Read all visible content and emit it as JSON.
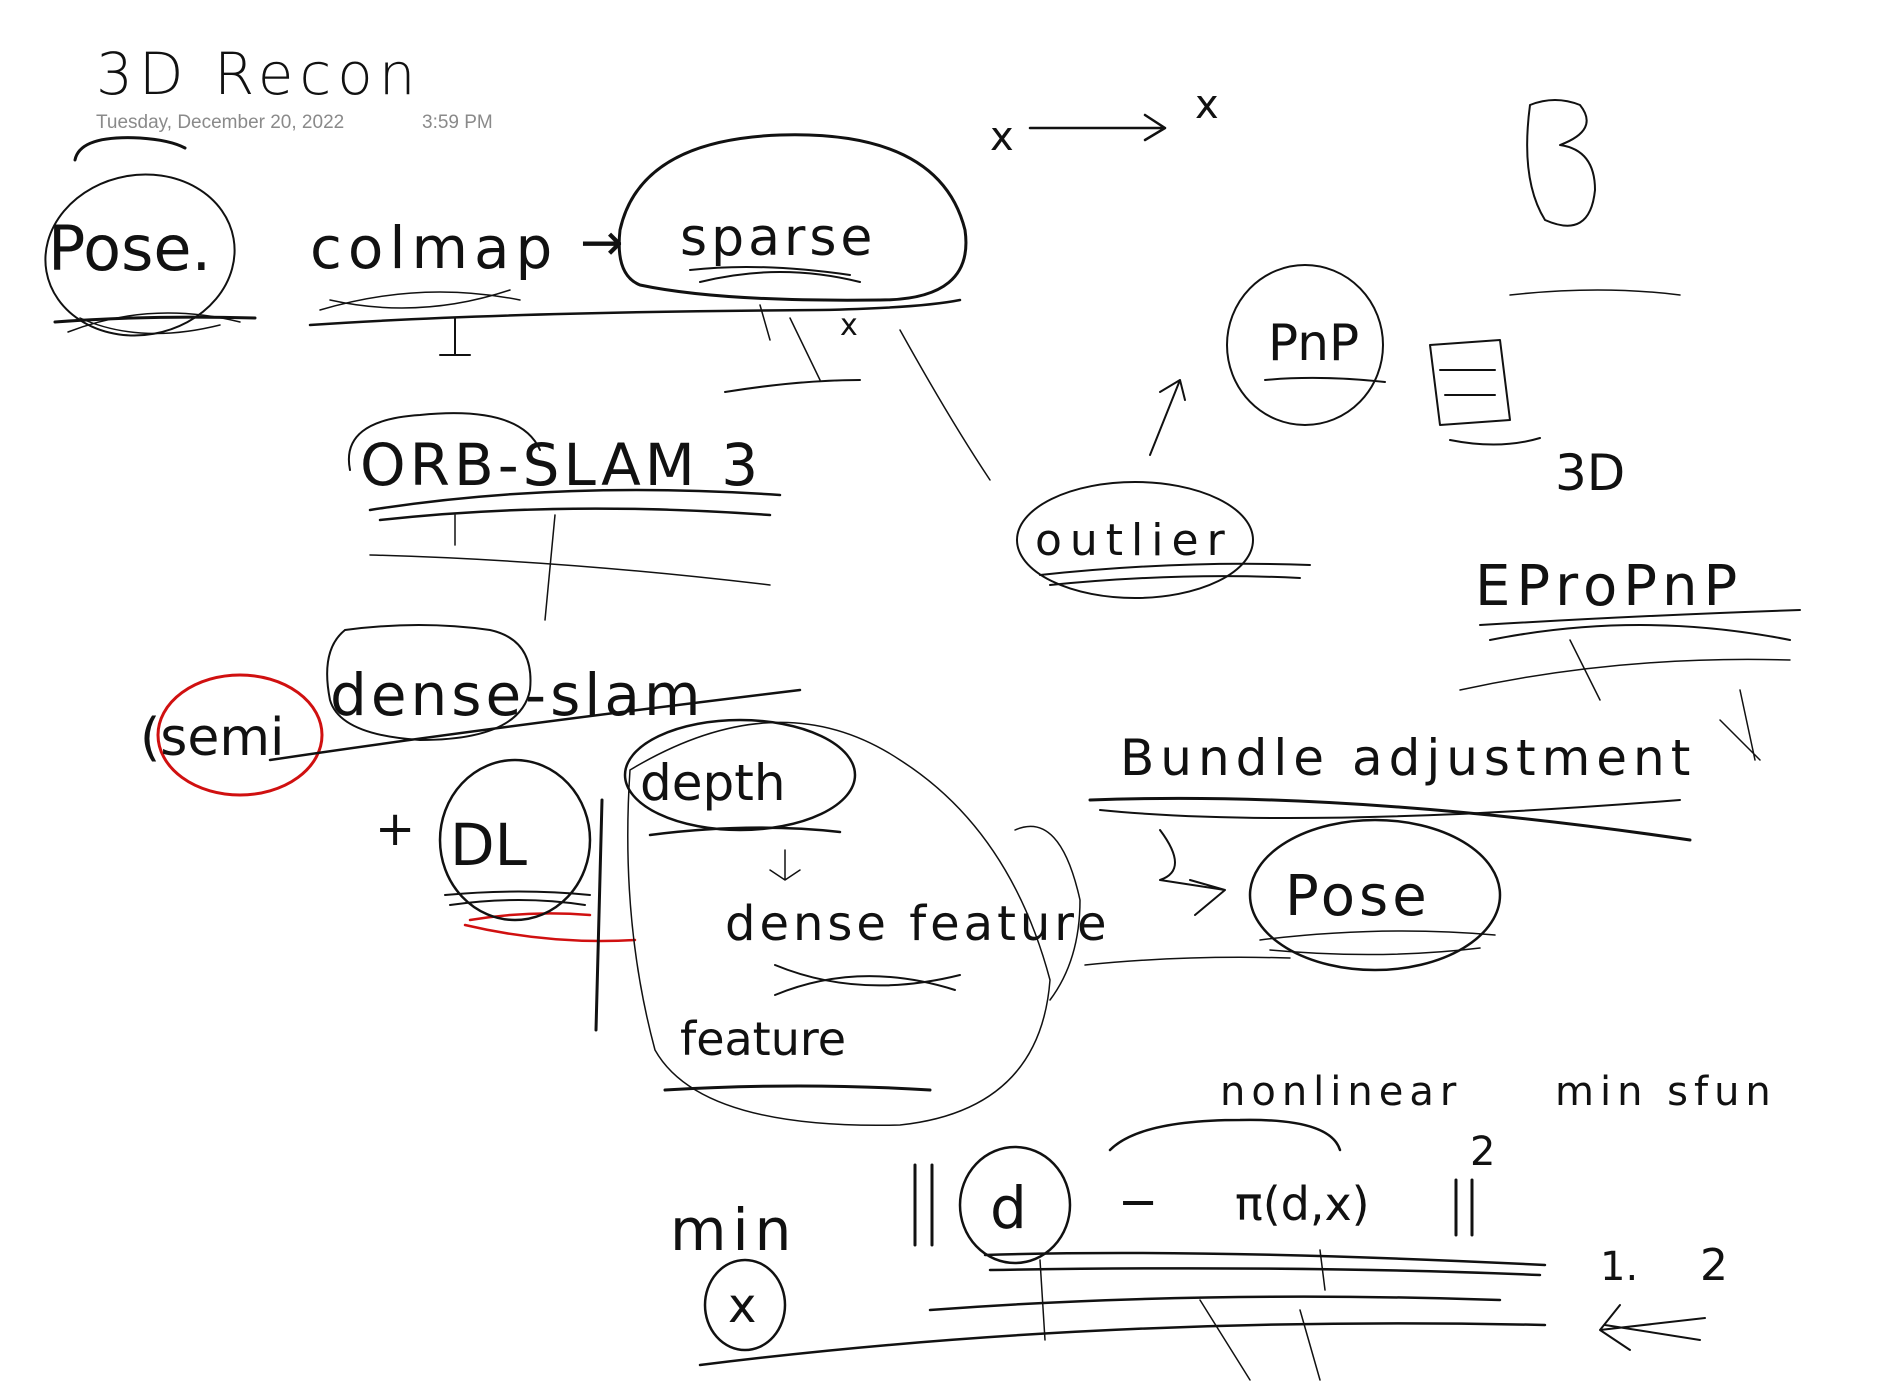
{
  "note": {
    "title": "3D Recon",
    "date": "Tuesday, December 20, 2022",
    "time": "3:59 PM"
  },
  "ink": {
    "pose_1": "Pose.",
    "colmap": "colmap",
    "arrow": "→",
    "sparse": "sparse",
    "x_arrow_left": "x",
    "x_arrow_right": "x",
    "x_small": "x",
    "pnp": "PnP",
    "three_d": "3D",
    "epropnp": "EProPnP",
    "orb_slam": "ORB-SLAM 3",
    "outlier": "outlier",
    "semi": "(semi",
    "dense_slam": "dense-slam",
    "plus_dl": "+",
    "dl": "DL",
    "depth": "depth",
    "dense_feature": "dense feature",
    "feature": "feature",
    "bundle_adjustment": "Bundle adjustment",
    "pose_2": "Pose",
    "nonlinear": "nonlinear",
    "min_sfun": "min sfun",
    "min": "min",
    "min_var": "x",
    "norm_d": "d",
    "norm_dash": "−",
    "pi_term": "π(d,x)",
    "squared": "2",
    "one": "1.",
    "two": "2"
  }
}
